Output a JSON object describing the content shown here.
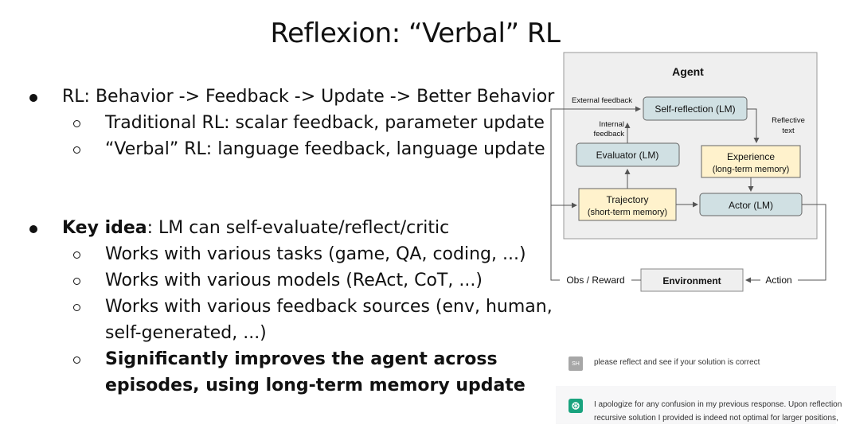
{
  "slide": {
    "title": "Reflexion: “Verbal” RL"
  },
  "bullets": {
    "b1": "RL: Behavior -> Feedback -> Update -> Better Behavior",
    "b1_sub1": "Traditional RL: scalar feedback, parameter update",
    "b1_sub2": "“Verbal” RL: language feedback, language update",
    "b2_bold": "Key idea",
    "b2_rest": ": LM can self-evaluate/reflect/critic",
    "b2_sub1": "Works with various tasks (game, QA, coding, ...)",
    "b2_sub2": "Works with various models (ReAct, CoT, ...)",
    "b2_sub3_line1": "Works with various feedback sources (env, human,",
    "b2_sub3_line2": "self-generated, ...)",
    "b2_sub4_line1": "Significantly improves the agent across",
    "b2_sub4_line2": "episodes, using long-term memory update"
  },
  "diagram": {
    "agent_label": "Agent",
    "self_reflection": "Self-reflection (LM)",
    "evaluator": "Evaluator (LM)",
    "experience_line1": "Experience",
    "experience_line2": "(long-term memory)",
    "trajectory_line1": "Trajectory",
    "trajectory_line2": "(short-term memory)",
    "actor": "Actor (LM)",
    "environment": "Environment",
    "external_feedback": "External feedback",
    "internal_feedback_line1": "Internal",
    "internal_feedback_line2": "feedback",
    "reflective_text_line1": "Reflective",
    "reflective_text_line2": "text",
    "obs_reward": "Obs / Reward",
    "action": "Action",
    "colors": {
      "lm_box": "#d0e0e3",
      "memory_box": "#fff2cc",
      "agent_bg": "#efefef",
      "env_box": "#efefef"
    }
  },
  "chat": {
    "user_avatar": "SH",
    "user_message": "please reflect and see if your solution is correct",
    "assistant_icon": "openai-icon",
    "assistant_line1": "I apologize for any confusion in my previous response. Upon reflection",
    "assistant_line2": "recursive solution I provided is indeed not optimal for larger positions,"
  }
}
